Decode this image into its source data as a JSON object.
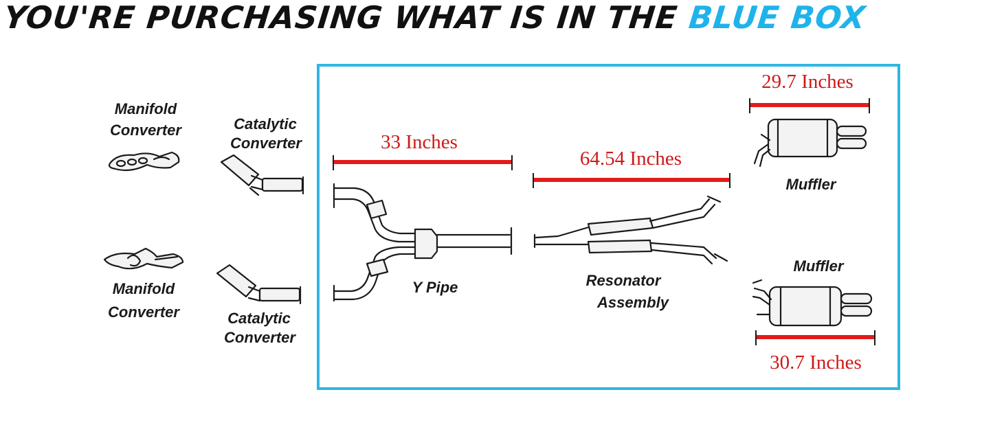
{
  "headline": {
    "prefix": "YOU'RE PURCHASING WHAT IS IN THE ",
    "accent": "BLUE BOX"
  },
  "colors": {
    "accent": "#1fb3ea",
    "box_border": "#2fb6e3",
    "measure": "#e31b1b",
    "measure_text": "#d01818"
  },
  "labels": {
    "manifold_top": [
      "Manifold",
      "Converter"
    ],
    "catalytic_top": [
      "Catalytic",
      "Converter"
    ],
    "manifold_bottom": [
      "Manifold",
      "Converter"
    ],
    "catalytic_bottom": [
      "Catalytic",
      "Converter"
    ],
    "y_pipe": "Y Pipe",
    "resonator": [
      "Resonator",
      "Assembly"
    ],
    "muffler_top": "Muffler",
    "muffler_bottom": "Muffler"
  },
  "measurements": {
    "y_pipe": "33 Inches",
    "resonator": "64.54 Inches",
    "muffler_top": "29.7 Inches",
    "muffler_bottom": "30.7 Inches"
  }
}
